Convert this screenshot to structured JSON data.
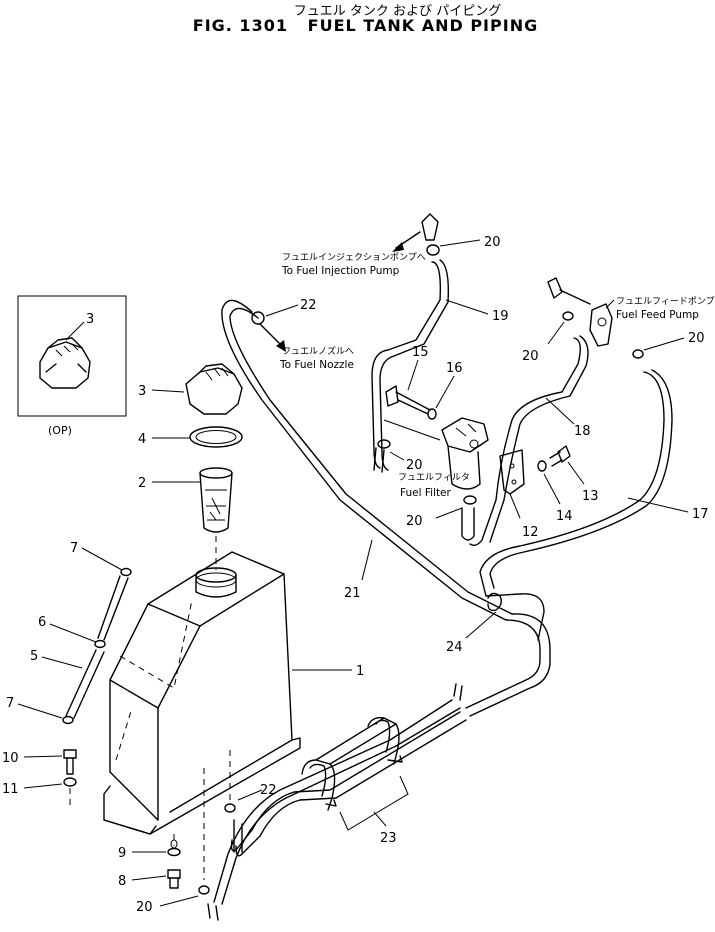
{
  "header": {
    "title_jp": "フュエル タンク および パイピング",
    "title_en": "FIG. 1301   FUEL TANK AND PIPING"
  },
  "annotations": {
    "injection_jp": "フュエルインジェクションポンプへ",
    "injection_en": "To Fuel Injection Pump",
    "nozzle_jp": "フュエルノズルへ",
    "nozzle_en": "To Fuel Nozzle",
    "feed_jp": "フュエルフィードポンプ",
    "feed_en": "Fuel Feed Pump",
    "filter_jp": "フュエルフィルタ",
    "filter_en": "Fuel Filter",
    "op": "(OP)"
  },
  "callouts": {
    "c1": "1",
    "c2": "2",
    "c3": "3",
    "c3op": "3",
    "c4": "4",
    "c5": "5",
    "c6": "6",
    "c7a": "7",
    "c7b": "7",
    "c8": "8",
    "c9": "9",
    "c10": "10",
    "c11": "11",
    "c12": "12",
    "c13": "13",
    "c14": "14",
    "c15": "15",
    "c16": "16",
    "c17": "17",
    "c18": "18",
    "c19": "19",
    "c20a": "20",
    "c20b": "20",
    "c20c": "20",
    "c20d": "20",
    "c20e": "20",
    "c20f": "20",
    "c21": "21",
    "c22a": "22",
    "c22b": "22",
    "c23": "23",
    "c24": "24"
  }
}
